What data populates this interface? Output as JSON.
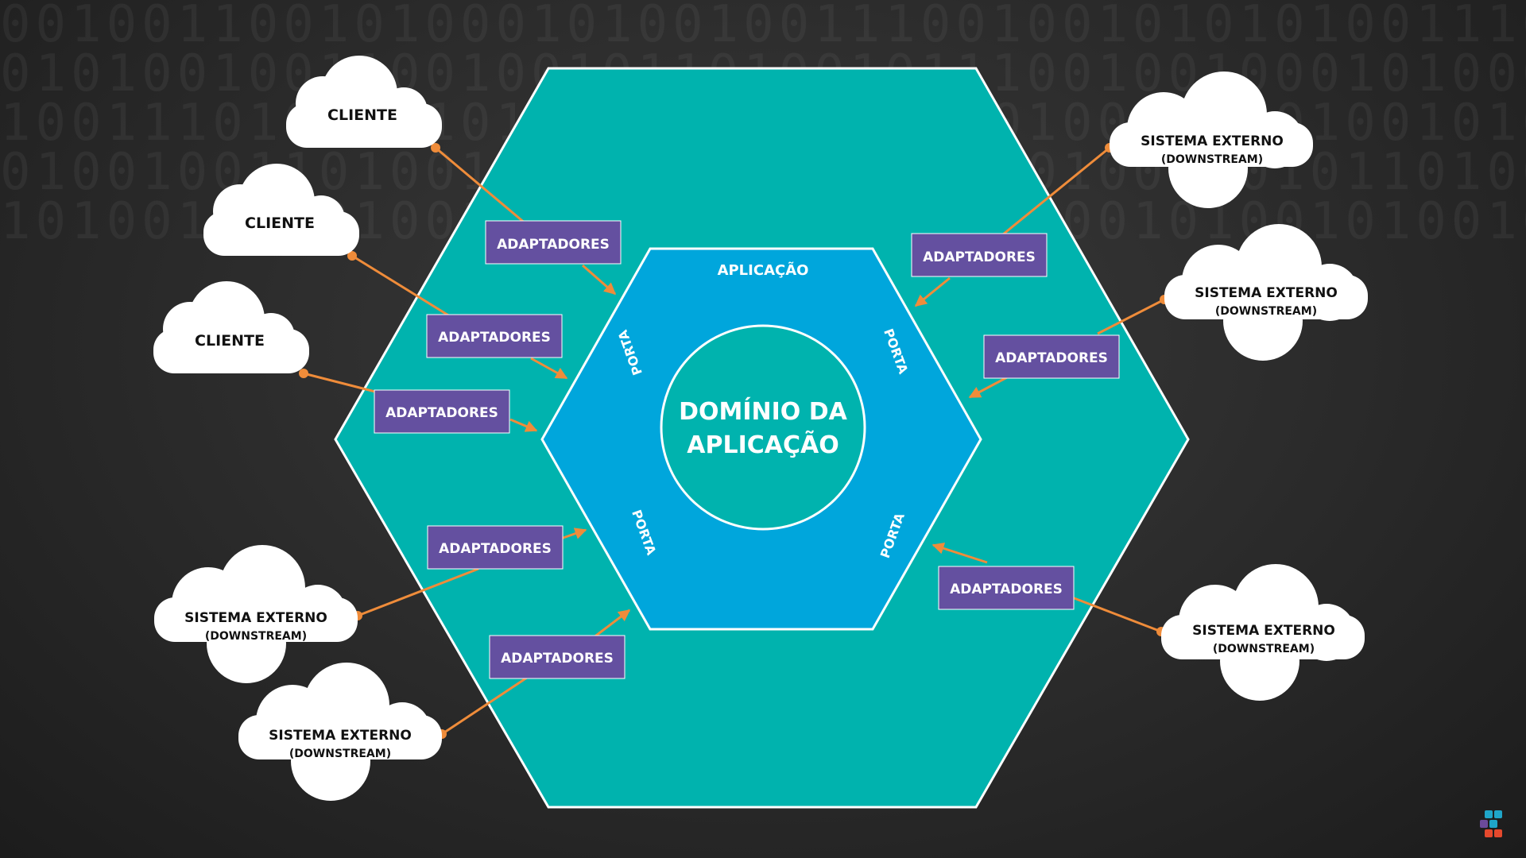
{
  "background": {
    "binary_rows": [
      "00100110010100010100100111001001010101001110010",
      "01010010011001001011010010111001001000101000110",
      "10011101001010100100101001100100101001001010101",
      "01001001101001010010100101001010010010110100101",
      "10100100101001010100101010010100101001010010100"
    ]
  },
  "diagram": {
    "outer_layer": "",
    "inner_layer_label": "APLICAÇÃO",
    "core_line1": "DOMÍNIO DA",
    "core_line2": "APLICAÇÃO",
    "port_label": "PORTA",
    "adapter_label": "ADAPTADORES",
    "client_label": "CLIENTE",
    "external_label": "SISTEMA EXTERNO",
    "external_sub": "(DOWNSTREAM)"
  },
  "colors": {
    "outer_hexagon": "#00b3ae",
    "inner_hexagon": "#00a6dc",
    "core_circle": "#00b3ae",
    "adapter_box": "#6450a0",
    "connector": "#ef8c3a",
    "cloud": "#ffffff",
    "hex_border": "#ffffff"
  },
  "logo": {
    "name": "cubes-logo",
    "colors": [
      "#1fa5c8",
      "#6c4a9a",
      "#e5492d"
    ]
  }
}
